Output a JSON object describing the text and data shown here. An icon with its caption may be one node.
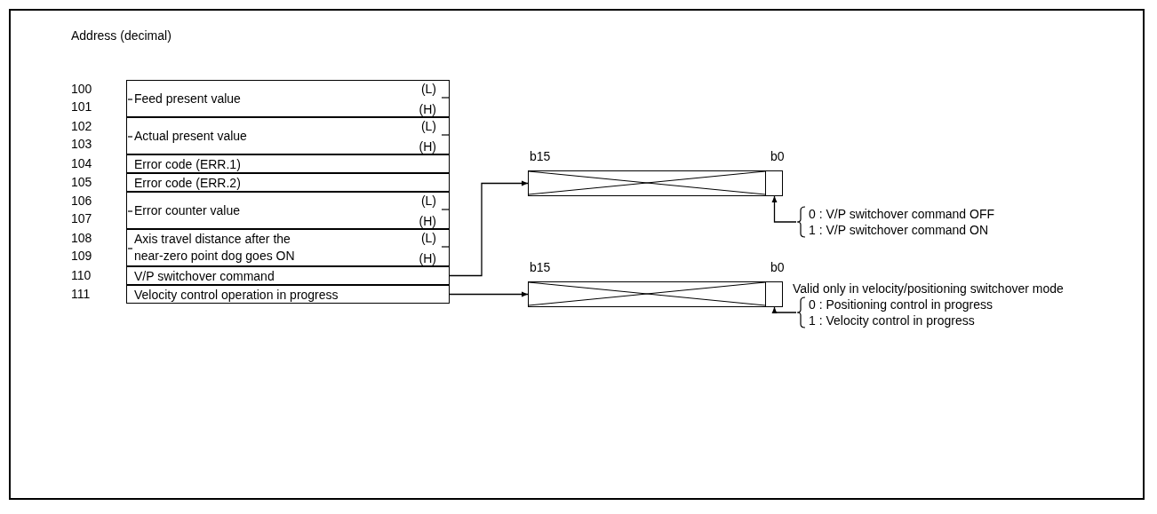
{
  "diagram": {
    "nodes": [
      {
        "text": [
          "Feed present value",
          "(L)",
          "(H)"
        ],
        "beside": [
          "100",
          "101"
        ]
      },
      {
        "text": [
          "Actual present value",
          "(L)",
          "(H)"
        ],
        "beside": [
          "102",
          "103"
        ]
      },
      {
        "text": [
          "Error code (ERR.1)"
        ],
        "beside": [
          "104"
        ]
      },
      {
        "text": [
          "Error code (ERR.2)"
        ],
        "beside": [
          "105"
        ]
      },
      {
        "text": [
          "Error counter value",
          "(L)",
          "(H)"
        ],
        "beside": [
          "106",
          "107"
        ]
      },
      {
        "text": [
          "Axis travel distance after the near-zero point dog goes ON",
          "(L)",
          "(H)"
        ],
        "beside": [
          "108",
          "109"
        ]
      },
      {
        "text": [
          "V/P switchover command"
        ],
        "beside": [
          "110"
        ]
      },
      {
        "text": [
          "Velocity control operation in progress"
        ],
        "beside": [
          "111"
        ]
      },
      {
        "text": [],
        "shape": "bar",
        "beside": [
          "b15",
          "b0"
        ]
      },
      {
        "text": [],
        "shape": "box",
        "in": 8
      },
      {
        "text": [
          "0 : V/P switchover command OFF",
          "1 : V/P switchover command ON"
        ]
      },
      {
        "text": [],
        "shape": "bar",
        "beside": [
          "b15",
          "b0"
        ]
      },
      {
        "text": [],
        "shape": "box",
        "in": 11
      },
      {
        "text": [
          "Valid only in velocity/positioning switchover mode",
          "0 : Positioning control in progress",
          "1 : Velocity control in progress"
        ]
      }
    ],
    "edges": [
      {
        "from": 6,
        "to": 8,
        "arrow": "to"
      },
      {
        "from": 7,
        "to": 11,
        "arrow": "to"
      },
      {
        "from": 10,
        "to": 9,
        "arrow": "to"
      },
      {
        "from": 13,
        "to": 12,
        "arrow": "to"
      }
    ],
    "labels": [
      "Address (decimal)"
    ]
  }
}
